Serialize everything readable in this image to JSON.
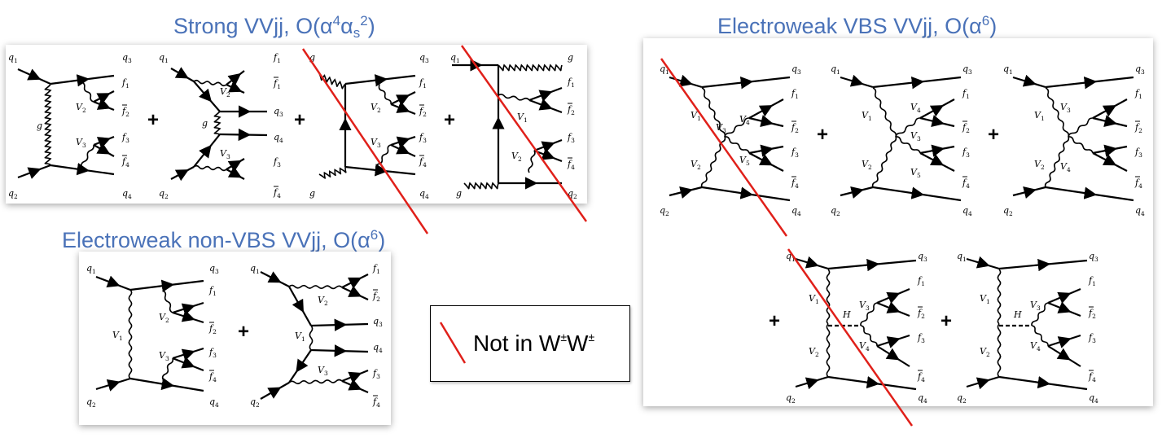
{
  "titles": {
    "strong": {
      "main": "Strong VVjj, O(α",
      "p1": "4",
      "mid": "α",
      "sub": "s",
      "p2": "2",
      "end": ")"
    },
    "ewk_vbs": {
      "main": "Electroweak VBS VVjj, O(α",
      "p": "6",
      "end": ")"
    },
    "ewk_nonvbs": {
      "main": "Electroweak non-VBS VVjj, O(α",
      "p": "6",
      "end": ")"
    }
  },
  "legend": {
    "main": "Not in W",
    "s1": "±",
    "mid": "W",
    "s2": "±"
  },
  "plus": "+",
  "colors": {
    "title": "#4a72b8",
    "strike": "#e0201a"
  }
}
